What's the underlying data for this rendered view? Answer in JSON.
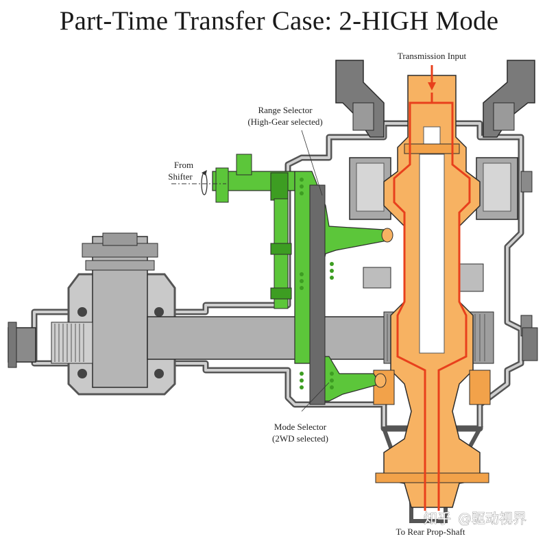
{
  "title": "Part-Time Transfer Case: 2-HIGH Mode",
  "labels": {
    "transmission_input": "Transmission Input",
    "range_selector_line1": "Range Selector",
    "range_selector_line2": "(High-Gear selected)",
    "from_shifter_line1": "From",
    "from_shifter_line2": "Shifter",
    "mode_selector_line1": "Mode Selector",
    "mode_selector_line2": "(2WD selected)",
    "rear_output": "To Rear Prop-Shaft"
  },
  "watermark": {
    "platform": "知乎",
    "account": "@驱动视界"
  },
  "colors": {
    "housing": "#6e6e6e",
    "housing_light": "#bdbdbd",
    "shaft_gray": "#a8a8a8",
    "active_path": "#f7b262",
    "power_flow": "#e8401c",
    "selector": "#5cc63a",
    "selector_dark": "#3d9d22",
    "outline": "#2b2b2b"
  }
}
